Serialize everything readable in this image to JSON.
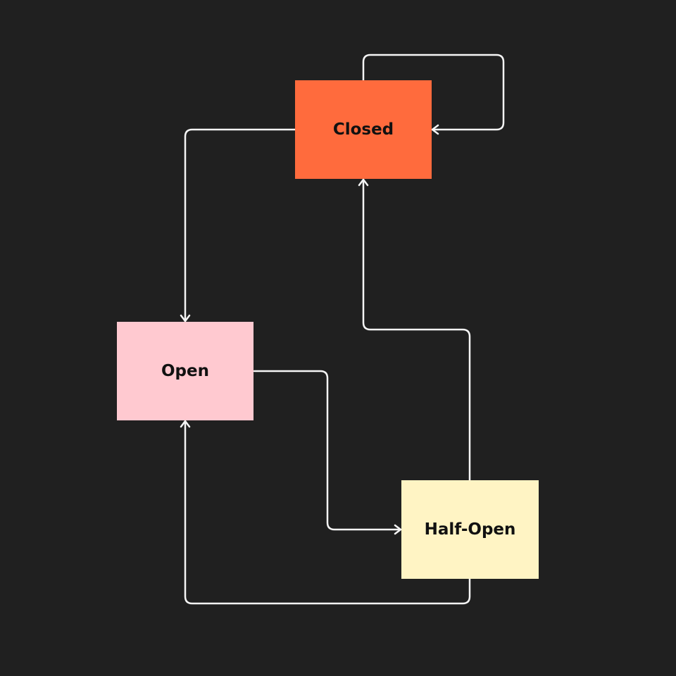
{
  "colors": {
    "background": "#202020",
    "edge": "#f5f5f5",
    "text": "#111111"
  },
  "nodes": {
    "closed": {
      "label": "Closed",
      "color": "#ff6b3d"
    },
    "open": {
      "label": "Open",
      "color": "#ffc9d0"
    },
    "half_open": {
      "label": "Half-Open",
      "color": "#fff4c4"
    }
  },
  "edges": [
    {
      "from": "Closed",
      "to": "Closed"
    },
    {
      "from": "Closed",
      "to": "Open"
    },
    {
      "from": "Open",
      "to": "Half-Open"
    },
    {
      "from": "Half-Open",
      "to": "Closed"
    },
    {
      "from": "Half-Open",
      "to": "Open"
    }
  ]
}
